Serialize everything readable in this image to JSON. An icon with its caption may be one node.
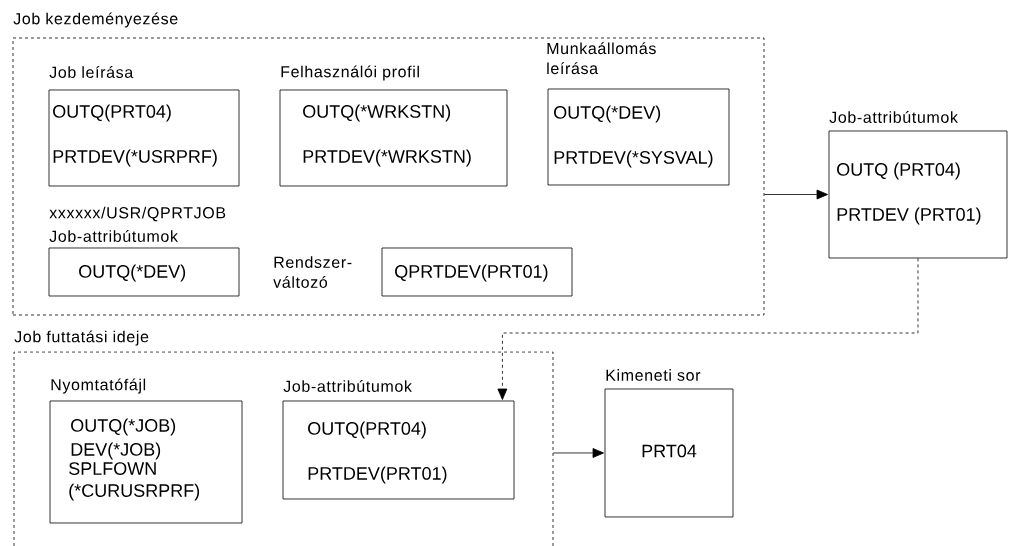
{
  "diagram": {
    "nodes": [
      {
        "text": [
          "Job kezdeményezése"
        ]
      },
      {
        "text": [
          "Job leírása",
          "OUTQ(PRT04)",
          "PRTDEV(*USRPRF)"
        ],
        "in": 0
      },
      {
        "text": [
          "Felhasználói profil",
          "OUTQ(*WRKSTN)",
          "PRTDEV(*WRKSTN)"
        ],
        "in": 0
      },
      {
        "text": [
          "Munkaállomás leírása",
          "OUTQ(*DEV)",
          "PRTDEV(*SYSVAL)"
        ],
        "in": 0
      },
      {
        "text": [
          "xxxxxx/USR/QPRTJOB",
          "Job-attribútumok",
          "OUTQ(*DEV)"
        ],
        "in": 0
      },
      {
        "text": [
          "QPRTDEV(PRT01)"
        ],
        "beside": [
          "Rendszer-változó"
        ],
        "in": 0
      },
      {
        "text": [
          "Job-attribútumok",
          "OUTQ (PRT04)",
          "PRTDEV (PRT01)"
        ]
      },
      {
        "text": [
          "Job futtatási ideje"
        ]
      },
      {
        "text": [
          "Nyomtatófájl",
          "OUTQ(*JOB)",
          "DEV(*JOB)",
          "SPLFOWN (*CURUSRPRF)"
        ],
        "in": 7
      },
      {
        "text": [
          "Job-attribútumok",
          "OUTQ(PRT04)",
          "PRTDEV(PRT01)"
        ],
        "in": 7
      },
      {
        "text": [
          "Kimeneti sor",
          "PRT04"
        ]
      }
    ],
    "edges": [
      {
        "from": 0,
        "to": 6,
        "arrow": "to"
      },
      {
        "from": 6,
        "to": 9,
        "arrow": "to",
        "style": "dashed"
      },
      {
        "from": 7,
        "to": 10,
        "arrow": "to"
      }
    ]
  }
}
